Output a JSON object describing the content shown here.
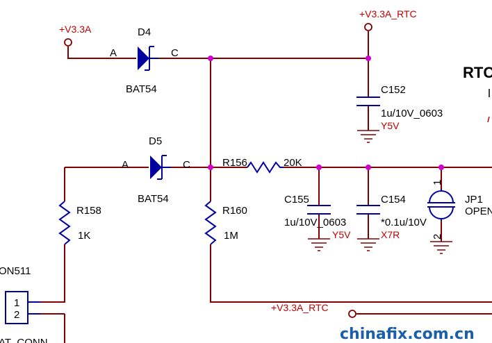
{
  "nets": {
    "v33a": "+V3.3A",
    "v33a_rtc_top": "+V3.3A_RTC",
    "v33a_rtc_bottom": "+V3.3A_RTC"
  },
  "d4": {
    "ref": "D4",
    "value": "BAT54",
    "pin_a": "A",
    "pin_c": "C"
  },
  "d5": {
    "ref": "D5",
    "value": "BAT54",
    "pin_a": "A",
    "pin_c": "C"
  },
  "c152": {
    "ref": "C152",
    "value": "1u/10V_0603",
    "dielectric": "Y5V"
  },
  "c155": {
    "ref": "C155",
    "value": "1u/10V_0603",
    "dielectric": "Y5V"
  },
  "c154": {
    "ref": "C154",
    "value": "*0.1u/10V",
    "dielectric": "X7R"
  },
  "r156": {
    "ref": "R156",
    "value": "20K"
  },
  "r158": {
    "ref": "R158",
    "value": "1K"
  },
  "r160": {
    "ref": "R160",
    "value": "1M"
  },
  "jp1": {
    "ref": "JP1",
    "value": "OPEN",
    "pin1": "1",
    "pin2": "2"
  },
  "conn": {
    "ref": "ON511",
    "pin1": "1",
    "pin2": "2",
    "name": "AT_CONN"
  },
  "rtc_title": "RTC",
  "watermark": "chinafix.com.cn",
  "colors": {
    "wire": "#800000",
    "component": "#0000a0",
    "node": "#d000d0",
    "net_label": "#c00000"
  }
}
